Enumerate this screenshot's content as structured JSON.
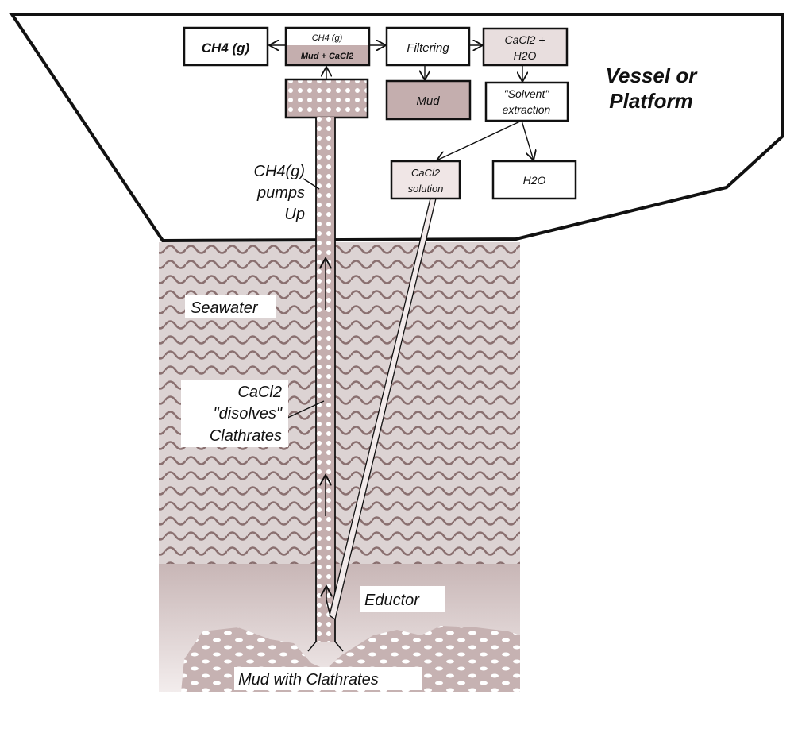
{
  "vessel": {
    "label_line1": "Vessel or",
    "label_line2": "Platform"
  },
  "boxes": {
    "ch4_gas": "CH4 (g)",
    "separator_top": "CH4 (g)",
    "separator_bottom": "Mud + CaCl2",
    "filtering": "Filtering",
    "cacl2_h2o_line1": "CaCl2 +",
    "cacl2_h2o_line2": "H2O",
    "mud": "Mud",
    "solvent_line1": "\"Solvent\"",
    "solvent_line2": "extraction",
    "cacl2_solution_line1": "CaCl2",
    "cacl2_solution_line2": "solution",
    "h2o": "H2O"
  },
  "labels": {
    "pumps_line1": "CH4(g)",
    "pumps_line2": "pumps",
    "pumps_line3": "Up",
    "seawater": "Seawater",
    "dissolves_line1": "CaCl2",
    "dissolves_line2": "\"disolves\"",
    "dissolves_line3": "Clathrates",
    "eductor": "Eductor",
    "mud_clathrates": "Mud with Clathrates"
  },
  "colors": {
    "mud": "#c4aeae",
    "light_fill": "#e8dede",
    "seawater": "#dcd3d3",
    "wave": "#8a7070"
  }
}
